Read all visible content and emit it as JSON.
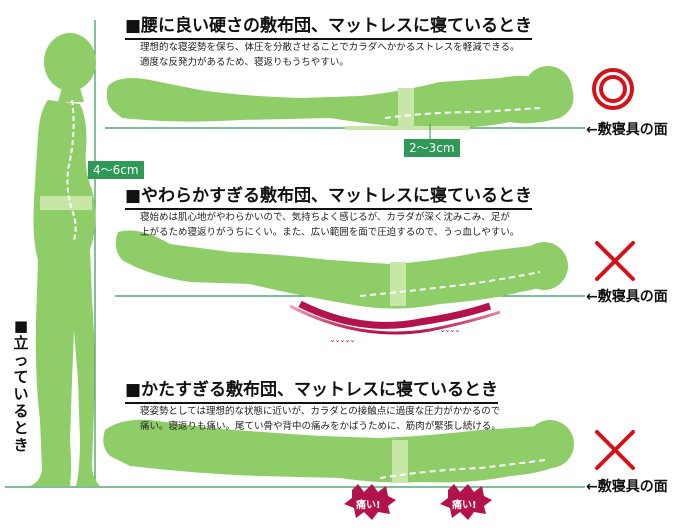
{
  "sections": [
    {
      "heading": "■腰に良い硬さの敷布団、マットレスに寝ているとき",
      "desc1": "理想的な寝姿勢を保ち、体圧を分散させることでカラダへかかるストレスを軽減できる。",
      "desc2": "適度な反発力があるため、寝返りもうちやすい。",
      "surface_label": "←敷寝具の面",
      "verdict": "good",
      "measure": "2～3cm"
    },
    {
      "heading": "■やわらかすぎる敷布団、マットレスに寝ているとき",
      "desc1": "寝始めは肌心地がやわらかいので、気持ちよく感じるが、カラダが深く沈みこみ、足が",
      "desc2": "上がるため寝返りがうちにくい。また、広い範囲を面で圧迫するので、うっ血しやすい。",
      "surface_label": "←敷寝具の面",
      "verdict": "bad"
    },
    {
      "heading": "■かたすぎる敷布団、マットレスに寝ているとき",
      "desc1": "寝姿勢としては理想的な状態に近いが、カラダとの接触点に過度な圧力がかかるので",
      "desc2": "痛い。寝返りも痛い。尾てい骨や背中の痛みをかばうために、筋肉が緊張し続ける。",
      "surface_label": "←敷寝具の面",
      "verdict": "bad",
      "pain_labels": [
        "痛い!",
        "痛い!"
      ]
    }
  ],
  "standing": {
    "label_chars": [
      "■",
      "立",
      "っ",
      "て",
      "い",
      "る",
      "と",
      "き"
    ],
    "measure": "4～6cm"
  },
  "colors": {
    "body": "#8fcd69",
    "body_light": "#c6e7a8",
    "accent": "#2f9a57",
    "good_mark": "#d4121a",
    "bad_mark": "#d4121a",
    "pressure": "#b3124d"
  }
}
